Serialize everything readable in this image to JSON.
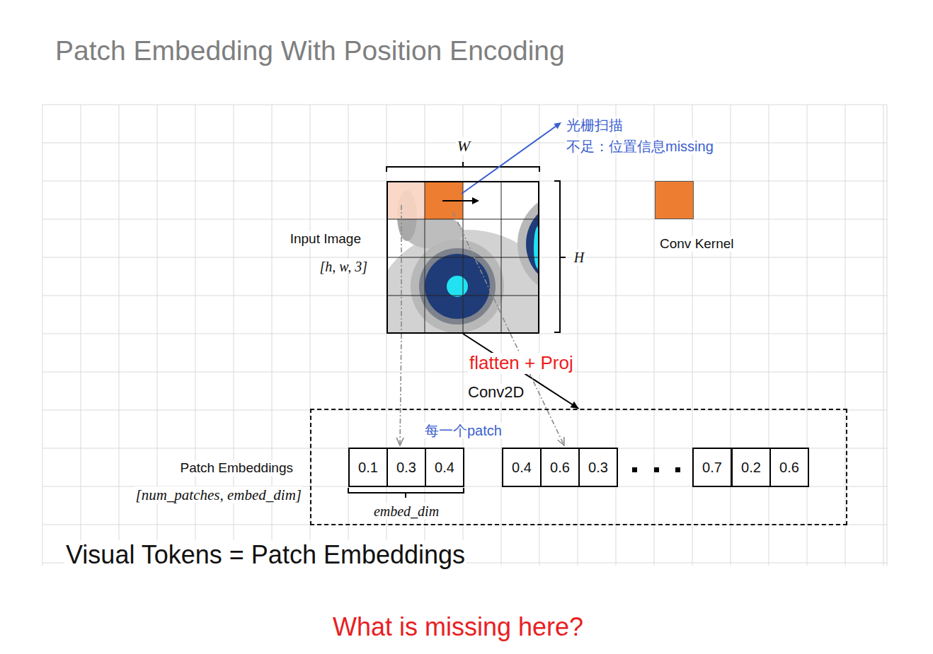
{
  "diagram": {
    "title": "Patch Embedding With Position Encoding",
    "caption": "What is missing here?",
    "nodes": [
      {
        "text": [
          "Input Image",
          "[h, w, 3]"
        ]
      },
      {
        "text": [
          "Conv Kernel"
        ]
      },
      {
        "text": [
          "Patch Embeddings",
          "[num_patches, embed_dim]"
        ]
      },
      {
        "text": [
          "0.1"
        ],
        "in": 2
      },
      {
        "text": [
          "0.3"
        ],
        "in": 2
      },
      {
        "text": [
          "0.4"
        ],
        "in": 2
      },
      {
        "text": [
          "0.4"
        ],
        "in": 2
      },
      {
        "text": [
          "0.6"
        ],
        "in": 2
      },
      {
        "text": [
          "0.3"
        ],
        "in": 2
      },
      {
        "text": [
          "0.7"
        ],
        "in": 2
      },
      {
        "text": [
          "0.2"
        ],
        "in": 2
      },
      {
        "text": [
          "0.6"
        ],
        "in": 2
      }
    ],
    "edges": [
      {
        "from": 0,
        "to": 2,
        "arrow": "to",
        "label": "Conv2D"
      },
      {
        "from": 0,
        "to": 4,
        "arrow": "to"
      },
      {
        "from": 0,
        "to": 7,
        "arrow": "to"
      }
    ],
    "labels": [
      "W",
      "H",
      "光栅扫描",
      "不足：位置信息missing",
      "flatten + Proj",
      "每一个patch",
      "embed_dim",
      "Visual Tokens = Patch Embeddings"
    ]
  }
}
